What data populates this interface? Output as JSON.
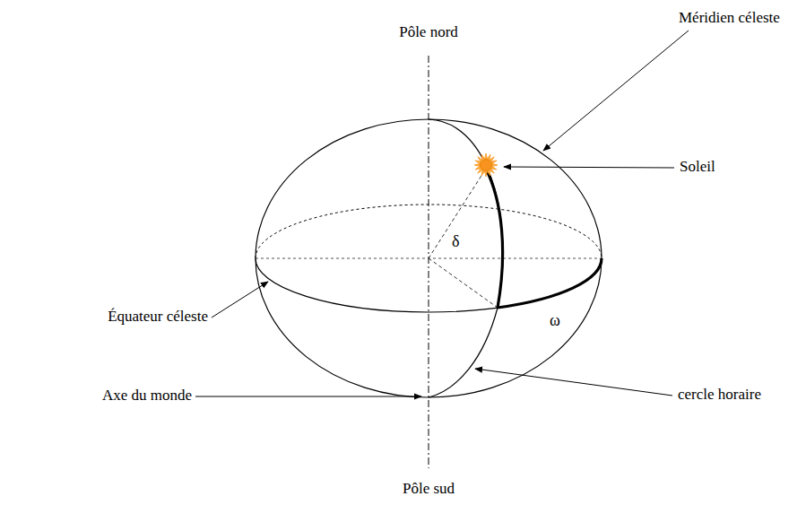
{
  "diagram": {
    "labels": [
      "Pôle nord",
      "Méridien céleste",
      "Soleil",
      "δ",
      "ω",
      "Équateur céleste",
      "Axe du monde",
      "cercle horaire",
      "Pôle sud"
    ]
  }
}
